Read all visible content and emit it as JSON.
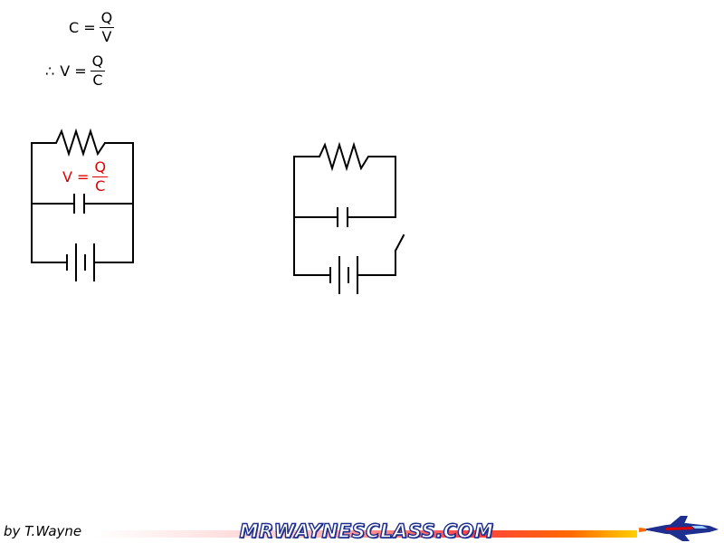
{
  "formulas": {
    "capacitance": {
      "lhs": "C =",
      "num": "Q",
      "den": "V"
    },
    "therefore": {
      "prefix": "∴",
      "lhs": "V =",
      "num": "Q",
      "den": "C"
    },
    "circuit_label": {
      "lhs": "V =",
      "num": "Q",
      "den": "C"
    }
  },
  "colors": {
    "wire": "#000000",
    "highlight": "#e00000",
    "brand_outline": "#1f2f8f"
  },
  "footer": {
    "author": "by T.Wayne",
    "brand": "MRWAYNESCLASS.COM"
  },
  "icons": {
    "logo": "jet-icon"
  }
}
